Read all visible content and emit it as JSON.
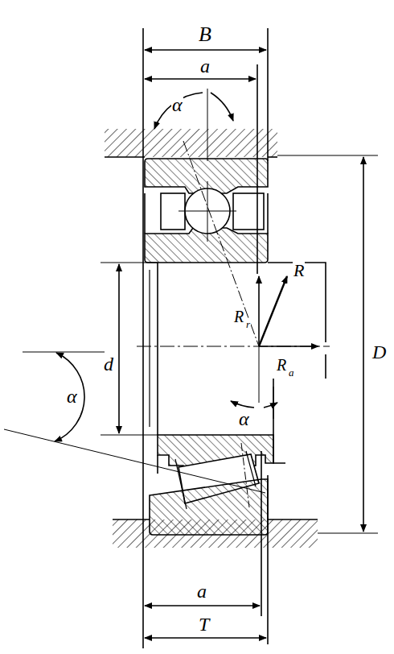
{
  "diagram": {
    "labels": [
      "B",
      "a",
      "α",
      "R",
      "R",
      "r",
      "D",
      "d",
      "α",
      "R",
      "a",
      "α",
      "a",
      "T"
    ]
  }
}
